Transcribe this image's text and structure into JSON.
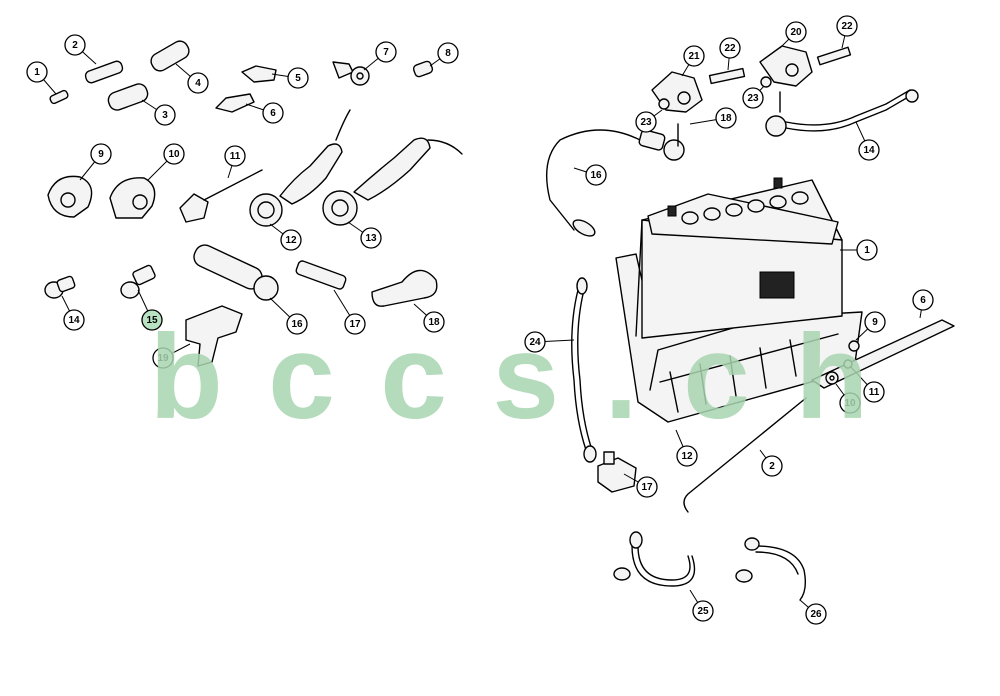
{
  "watermark": {
    "text": "b c c s . c h",
    "color": "#a8d5b0"
  },
  "highlight_color": "#b9e2c3",
  "left_callouts": [
    {
      "n": "1"
    },
    {
      "n": "2"
    },
    {
      "n": "3"
    },
    {
      "n": "4"
    },
    {
      "n": "5"
    },
    {
      "n": "6"
    },
    {
      "n": "7"
    },
    {
      "n": "8"
    },
    {
      "n": "9"
    },
    {
      "n": "10"
    },
    {
      "n": "11"
    },
    {
      "n": "12"
    },
    {
      "n": "13"
    },
    {
      "n": "14"
    },
    {
      "n": "15",
      "hl": true
    },
    {
      "n": "16"
    },
    {
      "n": "17"
    },
    {
      "n": "18"
    },
    {
      "n": "19"
    }
  ],
  "right_callouts": [
    {
      "n": "20"
    },
    {
      "n": "21"
    },
    {
      "n": "22"
    },
    {
      "n": "22"
    },
    {
      "n": "23"
    },
    {
      "n": "23"
    },
    {
      "n": "18"
    },
    {
      "n": "16"
    },
    {
      "n": "14"
    },
    {
      "n": "1"
    },
    {
      "n": "6"
    },
    {
      "n": "9"
    },
    {
      "n": "24"
    },
    {
      "n": "10"
    },
    {
      "n": "11"
    },
    {
      "n": "12"
    },
    {
      "n": "2"
    },
    {
      "n": "17"
    },
    {
      "n": "25"
    },
    {
      "n": "26"
    }
  ]
}
